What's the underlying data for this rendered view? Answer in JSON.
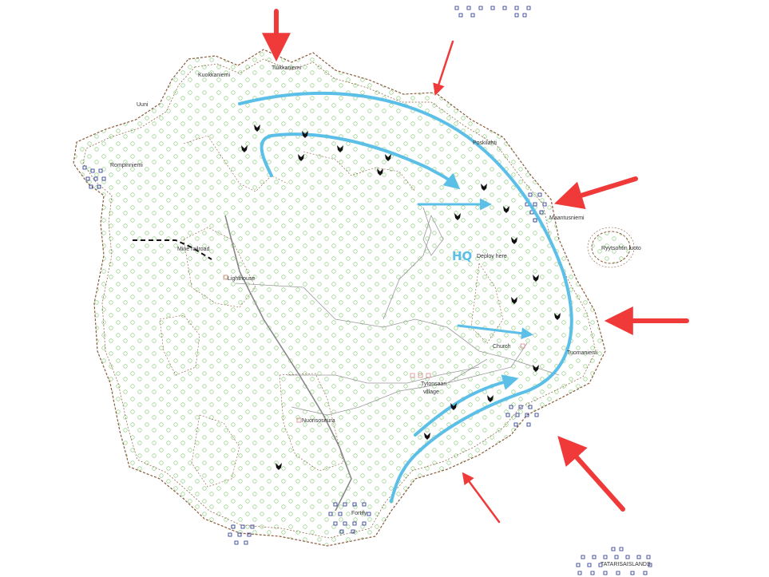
{
  "colors": {
    "enemy_arrow": "#f03a3a",
    "friendly_arrow": "#5bbfe8",
    "coast": "#8a5a3a",
    "tree": "#9bd38f",
    "road": "#888888",
    "unit_marker": "#111111",
    "water_symbol": "#1a2a8a"
  },
  "map": {
    "hq_label": "HQ",
    "labels": {
      "tiukkaniemi": "Tiukkaniemi",
      "kuokkaniemi": "Kuokkaniemi",
      "uuni": "Uuni",
      "rompinniemi": "Rompinniemi",
      "poskilahti": "Poskilahti",
      "maantusniemi": "Maantusniemi",
      "ryytsohtin_luoto": "Ryytsohtin luoto",
      "mine_railroad": "Mine railroad",
      "lighthouse": "Lighthouse",
      "deploy_here": "Deploy here",
      "church": "Church",
      "tuomaniemi": "Tuomaniemi",
      "tytonsaari": "Tytonsaari",
      "village": "village",
      "nuorisoseura": "Nuorisoseura",
      "fortify": "Fortify",
      "tatarisaland": "TATARISAISLANDS"
    }
  }
}
